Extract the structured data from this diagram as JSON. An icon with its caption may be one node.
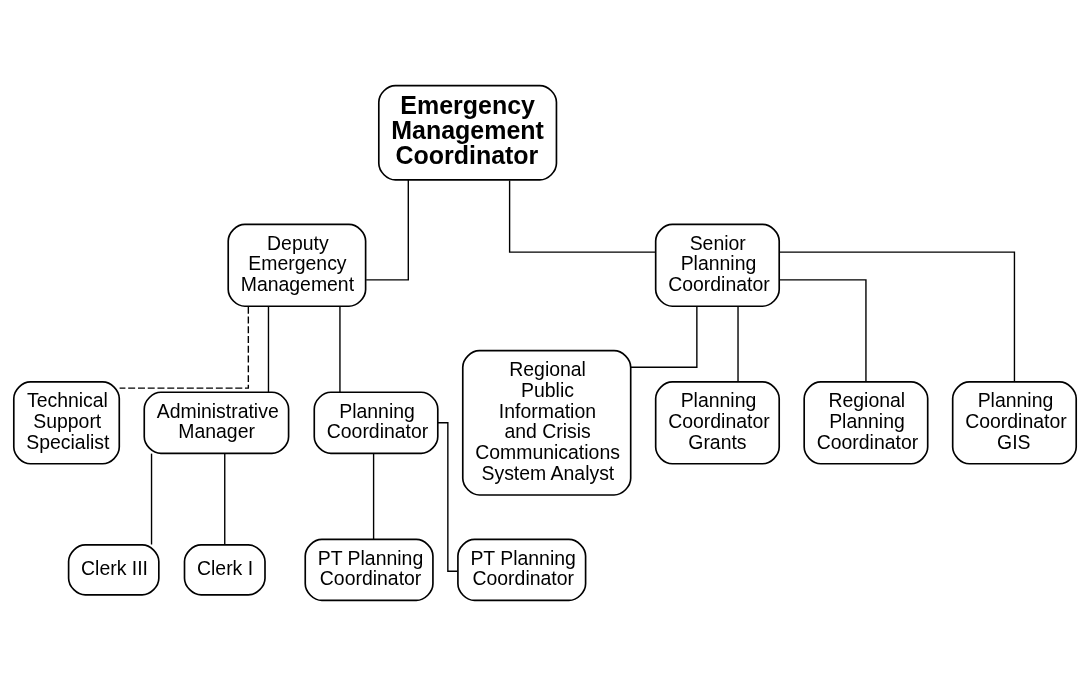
{
  "diagram": {
    "nodes": [
      {
        "text": [
          "Emergency Management Coordinator"
        ]
      },
      {
        "text": [
          "Deputy Emergency Management"
        ]
      },
      {
        "text": [
          "Senior Planning Coordinator"
        ]
      },
      {
        "text": [
          "Technical Support Specialist"
        ]
      },
      {
        "text": [
          "Administrative Manager"
        ]
      },
      {
        "text": [
          "Planning Coordinator"
        ]
      },
      {
        "text": [
          "Clerk III"
        ]
      },
      {
        "text": [
          "Clerk I"
        ]
      },
      {
        "text": [
          "PT Planning Coordinator"
        ]
      },
      {
        "text": [
          "PT Planning Coordinator"
        ]
      },
      {
        "text": [
          "Regional Public Information and Crisis Communications System Analyst"
        ]
      },
      {
        "text": [
          "Planning Coordinator Grants"
        ]
      },
      {
        "text": [
          "Regional Planning Coordinator"
        ]
      },
      {
        "text": [
          "Planning Coordinator GIS"
        ]
      }
    ],
    "edges": [
      {
        "from": 0,
        "to": 1,
        "arrow": "none"
      },
      {
        "from": 0,
        "to": 2,
        "arrow": "none"
      },
      {
        "from": 1,
        "to": 3,
        "arrow": "none",
        "style": "dashed"
      },
      {
        "from": 1,
        "to": 4,
        "arrow": "none"
      },
      {
        "from": 1,
        "to": 5,
        "arrow": "none"
      },
      {
        "from": 4,
        "to": 6,
        "arrow": "none"
      },
      {
        "from": 4,
        "to": 7,
        "arrow": "none"
      },
      {
        "from": 5,
        "to": 8,
        "arrow": "none"
      },
      {
        "from": 5,
        "to": 9,
        "arrow": "none"
      },
      {
        "from": 2,
        "to": 10,
        "arrow": "none"
      },
      {
        "from": 2,
        "to": 11,
        "arrow": "none"
      },
      {
        "from": 2,
        "to": 12,
        "arrow": "none"
      },
      {
        "from": 2,
        "to": 13,
        "arrow": "none"
      }
    ]
  }
}
